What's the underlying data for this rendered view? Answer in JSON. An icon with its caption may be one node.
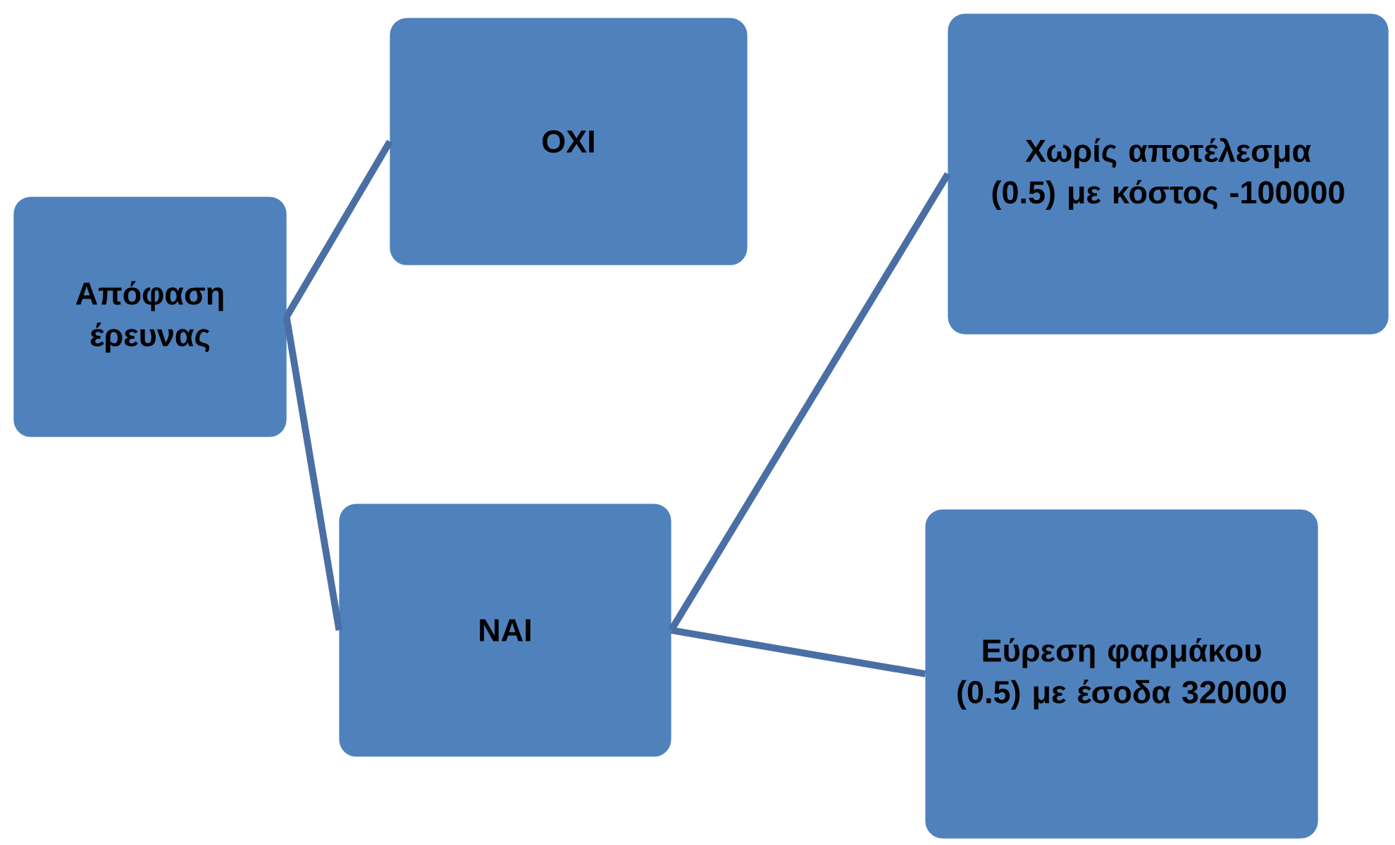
{
  "diagram": {
    "nodes": [
      {
        "text": [
          "Απόφαση έρευνας"
        ]
      },
      {
        "text": [
          "ΟΧΙ"
        ]
      },
      {
        "text": [
          "ΝΑΙ"
        ]
      },
      {
        "text": [
          "Χωρίς αποτέλεσμα (0.5) με κόστος -100000"
        ]
      },
      {
        "text": [
          "Εύρεση φαρμάκου (0.5)  με έσοδα 320000"
        ]
      }
    ],
    "edges": [
      {
        "from": 0,
        "to": 1,
        "arrow": "none"
      },
      {
        "from": 0,
        "to": 2,
        "arrow": "none"
      },
      {
        "from": 2,
        "to": 3,
        "arrow": "none"
      },
      {
        "from": 2,
        "to": 4,
        "arrow": "none"
      }
    ]
  }
}
